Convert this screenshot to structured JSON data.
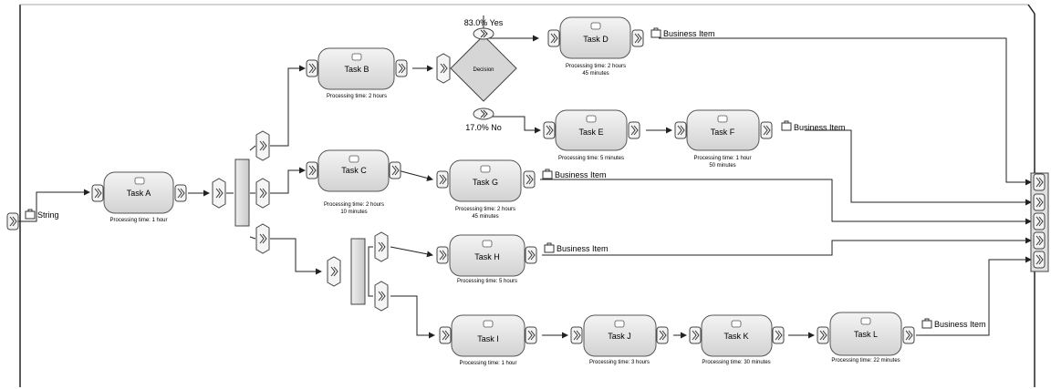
{
  "input": {
    "label": "String"
  },
  "tasks": {
    "a": {
      "name": "Task A",
      "time": "Processing time: 1 hour",
      "time2": ""
    },
    "b": {
      "name": "Task B",
      "time": "Processing time: 2 hours",
      "time2": ""
    },
    "c": {
      "name": "Task C",
      "time": "Processing time: 2 hours",
      "time2": "10 minutes"
    },
    "d": {
      "name": "Task D",
      "time": "Processing time: 2 hours",
      "time2": "45 minutes"
    },
    "e": {
      "name": "Task E",
      "time": "Processing time: 5 minutes",
      "time2": ""
    },
    "f": {
      "name": "Task F",
      "time": "Processing time: 1 hour",
      "time2": "50 minutes"
    },
    "g": {
      "name": "Task G",
      "time": "Processing time: 2 hours",
      "time2": "45 minutes"
    },
    "h": {
      "name": "Task H",
      "time": "Processing time: 5 hours",
      "time2": ""
    },
    "i": {
      "name": "Task I",
      "time": "Processing time: 1 hour",
      "time2": ""
    },
    "j": {
      "name": "Task J",
      "time": "Processing time: 3 hours",
      "time2": ""
    },
    "k": {
      "name": "Task K",
      "time": "Processing time: 30 minutes",
      "time2": ""
    },
    "l": {
      "name": "Task L",
      "time": "Processing time: 22 minutes",
      "time2": ""
    }
  },
  "decision": {
    "label": "Decision",
    "yes": "83.0% Yes",
    "no": "17.0% No"
  },
  "outputs": {
    "d": "Business Item",
    "f": "Business Item",
    "g": "Business Item",
    "h": "Business Item",
    "l": "Business Item"
  }
}
